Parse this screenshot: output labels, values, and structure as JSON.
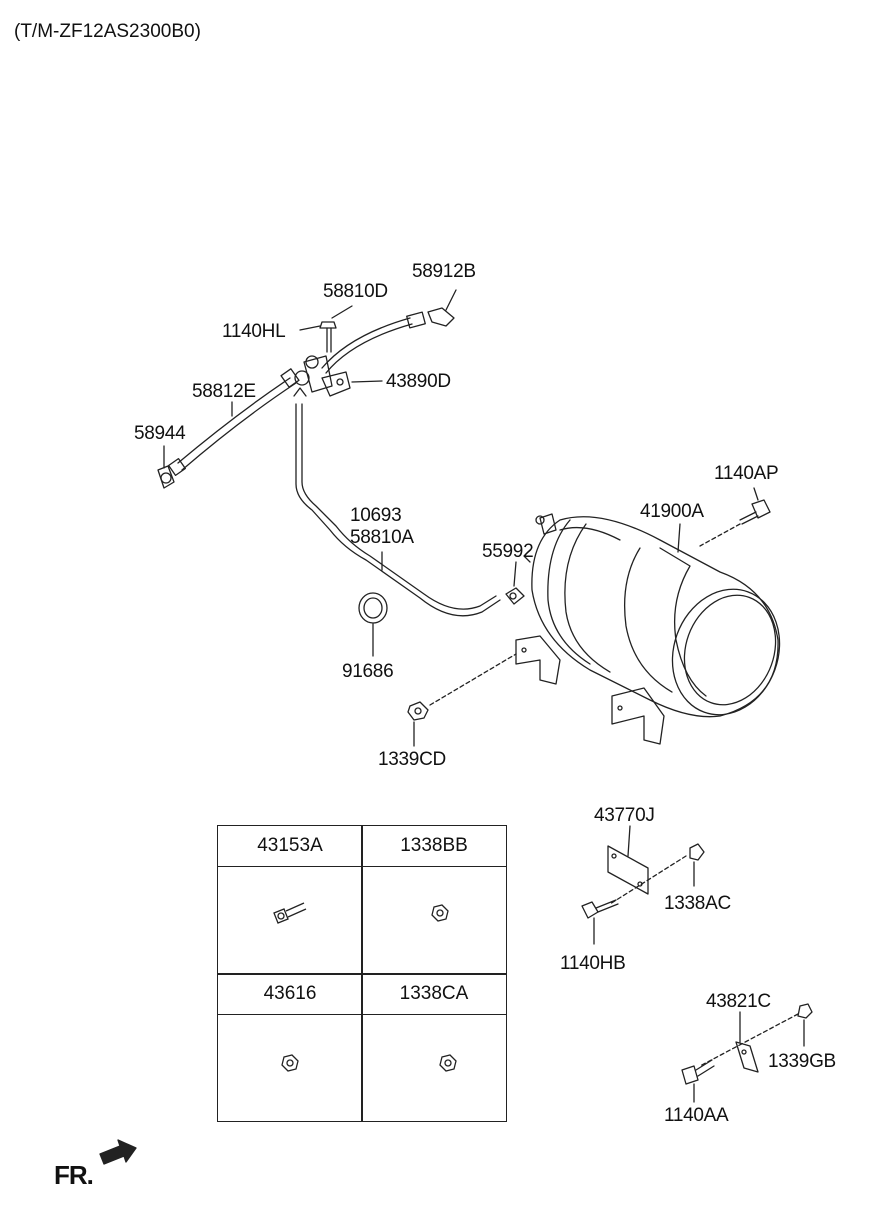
{
  "header": {
    "model_code": "(T/M-ZF12AS2300B0)"
  },
  "footer": {
    "direction_label": "FR."
  },
  "callouts": {
    "p58912B": "58912B",
    "p58810D": "58810D",
    "p1140HL": "1140HL",
    "p43890D": "43890D",
    "p58812E": "58812E",
    "p58944": "58944",
    "p1140AP": "1140AP",
    "p41900A": "41900A",
    "p10693": "10693",
    "p58810A": "58810A",
    "p55992": "55992",
    "p91686": "91686",
    "p1339CD": "1339CD",
    "p43770J": "43770J",
    "p1338AC": "1338AC",
    "p1140HB": "1140HB",
    "p43821C": "43821C",
    "p1339GB": "1339GB",
    "p1140AA": "1140AA"
  },
  "parts_table": {
    "cells": [
      {
        "label": "43153A",
        "icon": "bolt-icon"
      },
      {
        "label": "1338BB",
        "icon": "nut-icon"
      },
      {
        "label": "43616",
        "icon": "nut-icon"
      },
      {
        "label": "1338CA",
        "icon": "nut-icon"
      }
    ]
  }
}
